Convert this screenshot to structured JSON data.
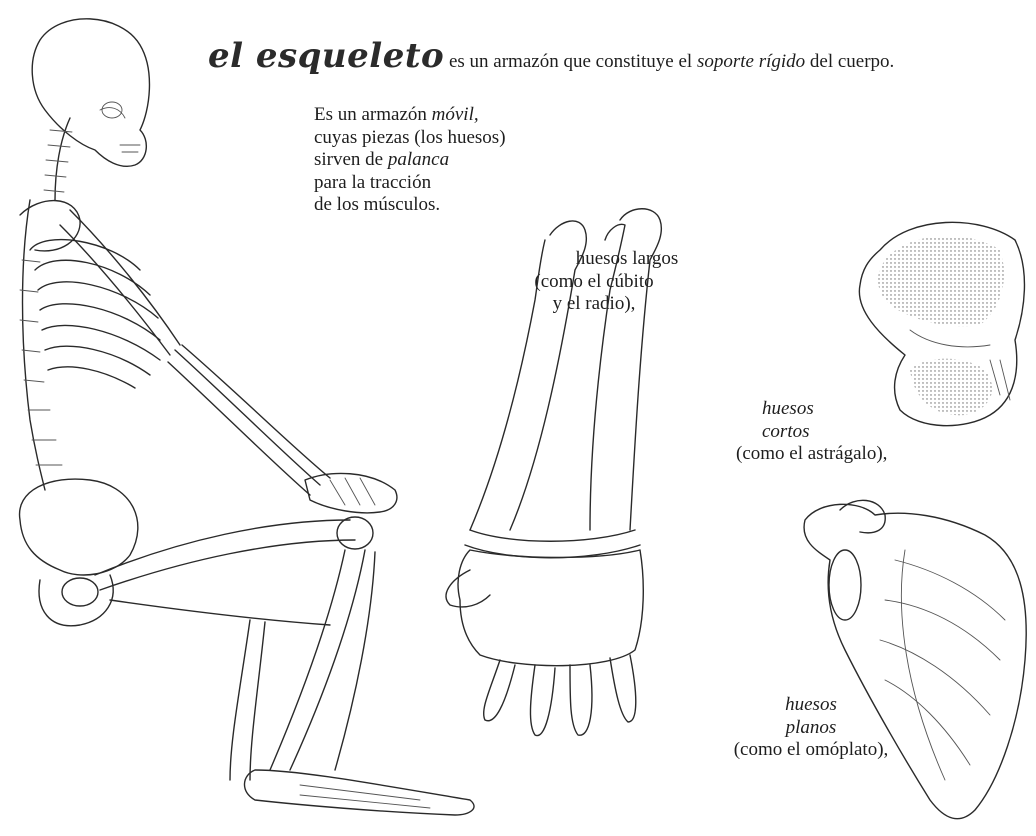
{
  "heading": {
    "title": "el esqueleto",
    "text_before": "es un armazón que constituye el ",
    "text_emph": "soporte rígido",
    "text_after": " del cuerpo."
  },
  "intro": {
    "line1_before": "Es un armazón ",
    "line1_emph": "móvil,",
    "line2": "cuyas piezas (los huesos)",
    "line3_before": "sirven de ",
    "line3_emph": "palanca",
    "line4": "para la tracción",
    "line5": "de los músculos."
  },
  "long_bones": {
    "line1": "huesos largos",
    "line2": "(como el cúbito",
    "line3": "y el radio),"
  },
  "short_bones": {
    "line1": "huesos",
    "line2": "cortos",
    "line3": "(como el astrágalo),"
  },
  "flat_bones": {
    "line1": "huesos",
    "line2": "planos",
    "line3": "(como el omóplato),"
  },
  "illustrations": {
    "skeleton": "seated-skeleton-drawing",
    "forearm": "forearm-ulna-radius-hand-drawing",
    "talus": "talus-bone-drawing",
    "scapula": "scapula-bone-drawing"
  }
}
